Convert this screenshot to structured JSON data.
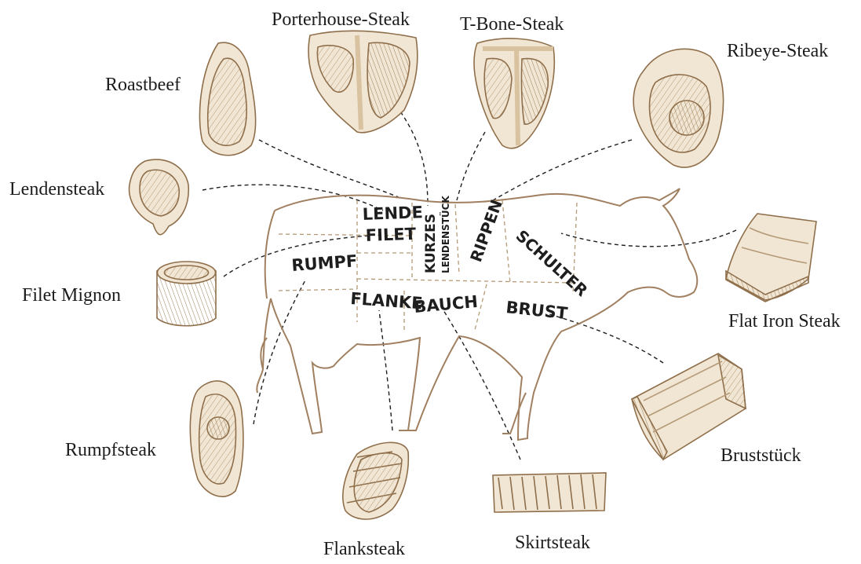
{
  "steaks": [
    {
      "key": "porterhouse",
      "label": "Porterhouse-Steak"
    },
    {
      "key": "tbone",
      "label": "T-Bone-Steak"
    },
    {
      "key": "ribeye",
      "label": "Ribeye-Steak"
    },
    {
      "key": "roastbeef",
      "label": "Roastbeef"
    },
    {
      "key": "lendensteak",
      "label": "Lendensteak"
    },
    {
      "key": "filetmignon",
      "label": "Filet Mignon"
    },
    {
      "key": "flatiron",
      "label": "Flat Iron Steak"
    },
    {
      "key": "rumpfsteak",
      "label": "Rumpfsteak"
    },
    {
      "key": "brust",
      "label": "Bruststück"
    },
    {
      "key": "flanksteak",
      "label": "Flanksteak"
    },
    {
      "key": "skirtsteak",
      "label": "Skirtsteak"
    }
  ],
  "cow_cuts": {
    "lende": "LENDE",
    "filet": "FILET",
    "kurzes": "KURZES",
    "lendenstueck": "LENDENSTÜCK",
    "rippen": "RIPPEN",
    "schulter": "SCHULTER",
    "rumpf": "RUMPF",
    "flanke": "FLANKE",
    "bauch": "BAUCH",
    "brust": "BRUST"
  },
  "colors": {
    "outline": "#a08060",
    "meat_light": "#f1e6d4",
    "meat_mid": "#d8c2a0",
    "meat_dark": "#8f6f4b",
    "leader_line": "#1e1e1e",
    "label_text": "#1c1c1c"
  }
}
